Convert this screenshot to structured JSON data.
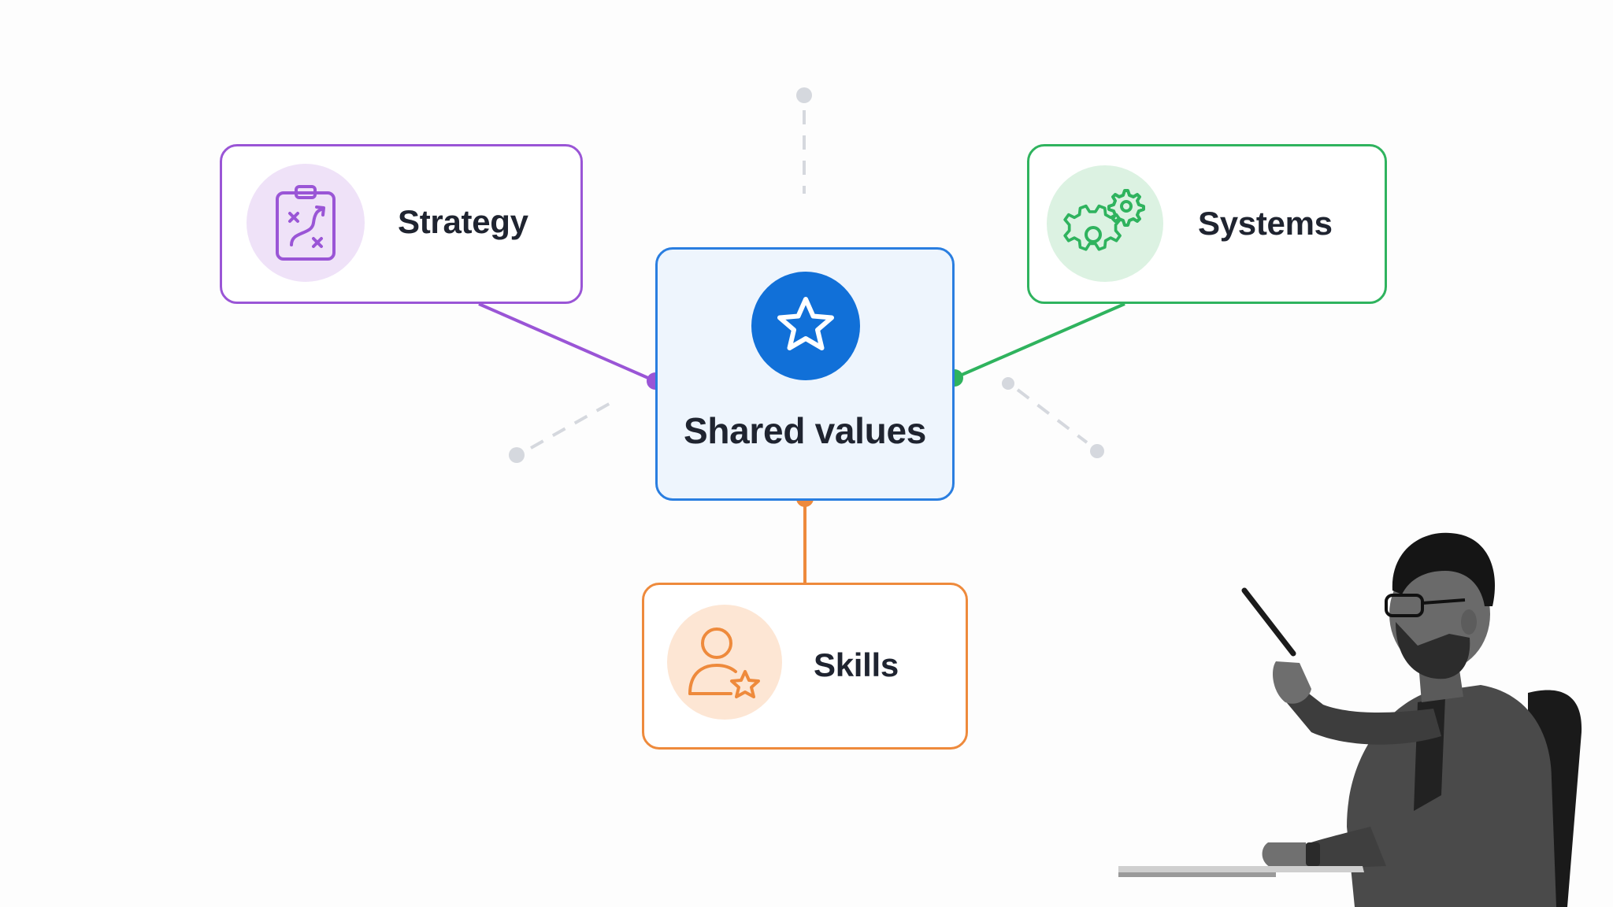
{
  "nodes": {
    "center": {
      "label": "Shared values",
      "icon": "star-icon",
      "accent": "#1170d8",
      "border": "#2a7ee0"
    },
    "strategy": {
      "label": "Strategy",
      "icon": "strategy-clipboard-icon",
      "accent": "#9a55d6"
    },
    "systems": {
      "label": "Systems",
      "icon": "gears-icon",
      "accent": "#2fb35e"
    },
    "skills": {
      "label": "Skills",
      "icon": "person-star-icon",
      "accent": "#ee8a3c"
    }
  },
  "colors": {
    "background": "#fdfdfd",
    "dashed_connector": "#d5d8de",
    "text": "#1f2430"
  }
}
